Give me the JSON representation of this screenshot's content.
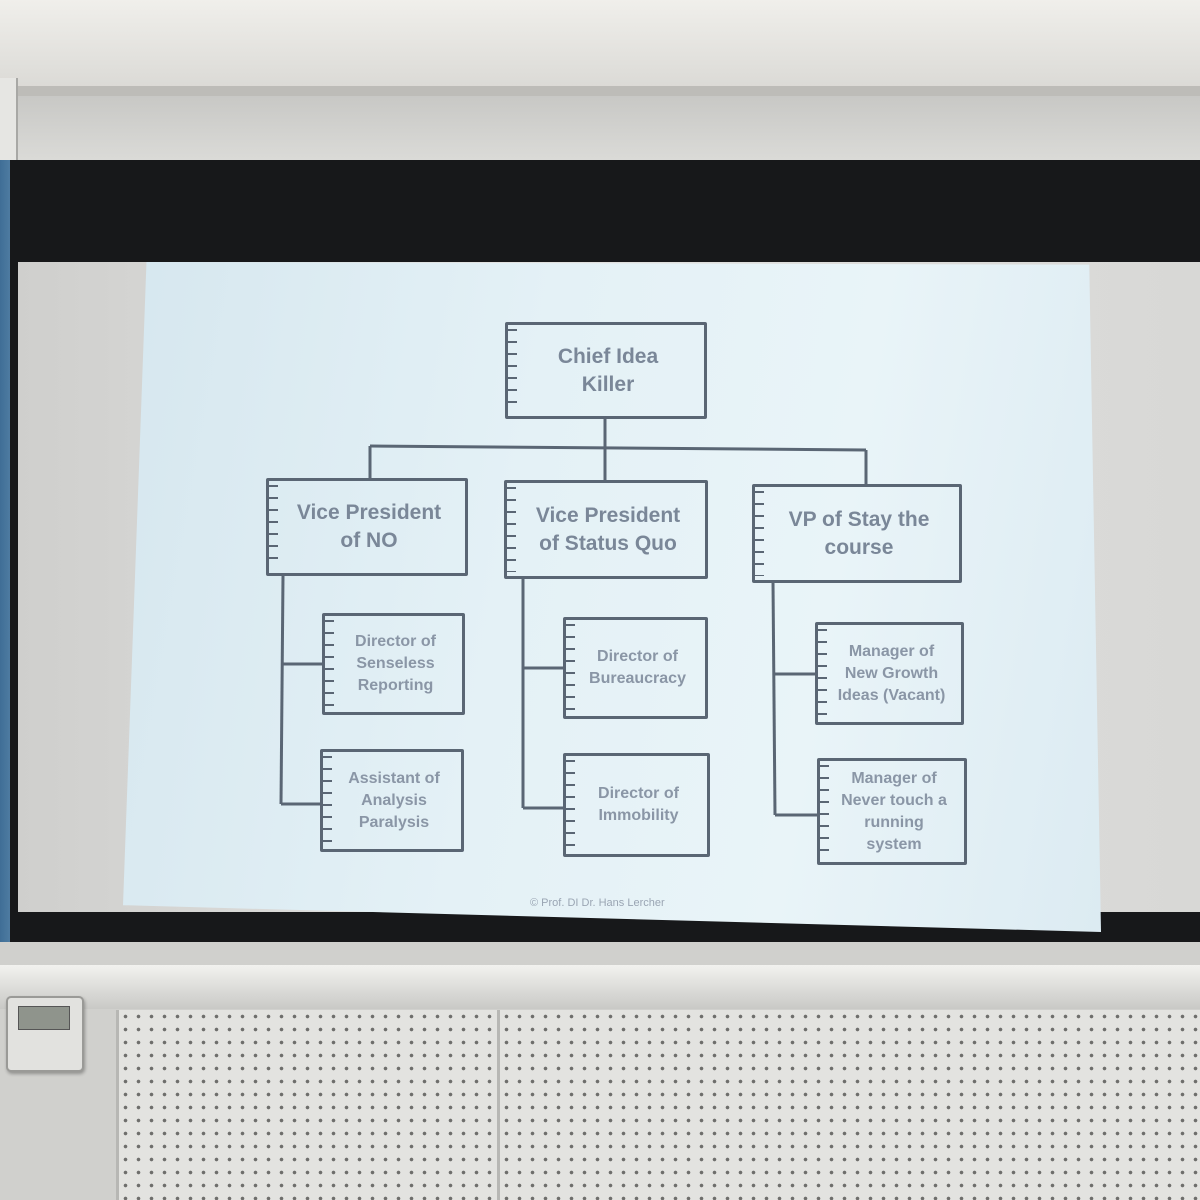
{
  "chart": {
    "root": "Chief Idea\nKiller",
    "vps": [
      {
        "title": "Vice President\nof NO",
        "reports": [
          "Director of\nSenseless\nReporting",
          "Assistant of\nAnalysis\nParalysis"
        ]
      },
      {
        "title": "Vice President\nof Status Quo",
        "reports": [
          "Director of\nBureaucracy",
          "Director of\nImmobility"
        ]
      },
      {
        "title": "VP of Stay the\ncourse",
        "reports": [
          "Manager of\nNew Growth\nIdeas (Vacant)",
          "Manager of\nNever touch a\nrunning\nsystem"
        ]
      }
    ]
  },
  "copyright": "© Prof. DI Dr. Hans Lercher",
  "colors": {
    "slide_bg": "#e4f1f6",
    "box_stroke": "#5a6674",
    "box_text": "#7a8798"
  }
}
